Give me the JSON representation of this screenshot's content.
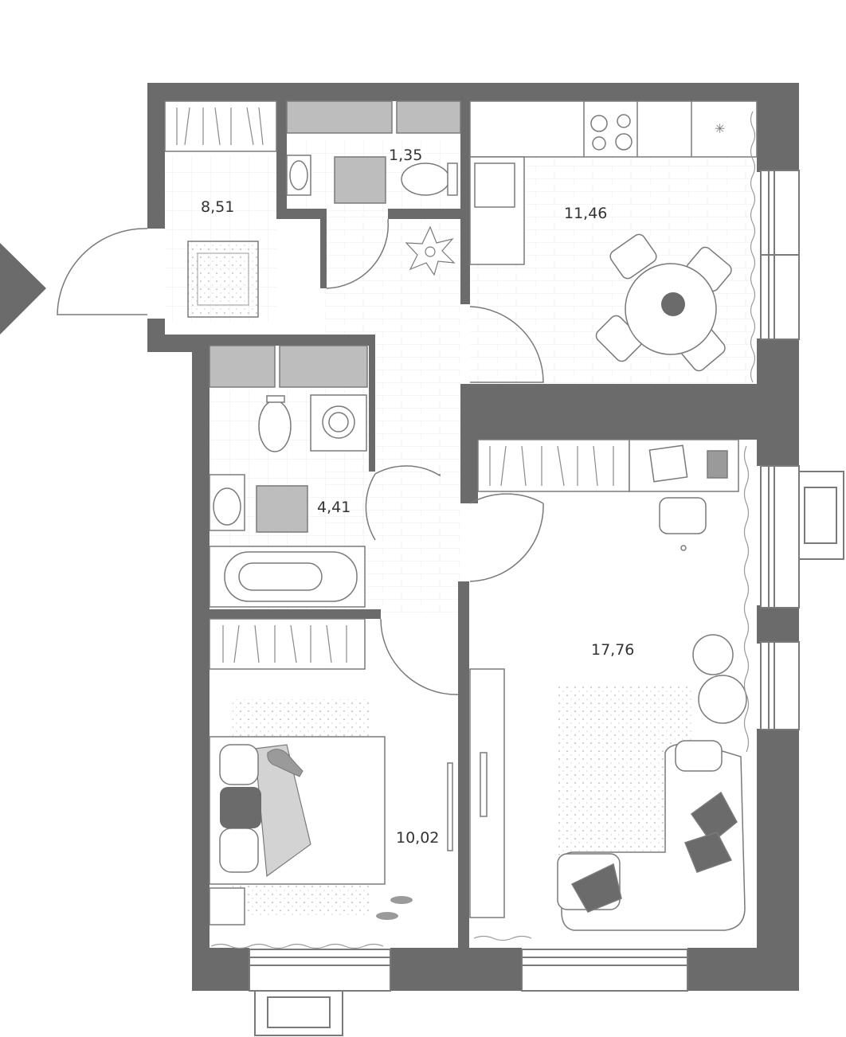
{
  "plan": {
    "colors": {
      "wall": "#6b6b6b",
      "furniture_fill": "#bdbdbd",
      "line": "#7a7a7a",
      "text": "#333333",
      "floor_line": "#e6e6e6"
    },
    "entrance_icon": "entrance-arrow-icon",
    "rooms": {
      "hall": {
        "area": "8,51"
      },
      "toilet": {
        "area": "1,35"
      },
      "kitchen": {
        "area": "11,46"
      },
      "bathroom": {
        "area": "4,41"
      },
      "bedroom": {
        "area": "10,02"
      },
      "living": {
        "area": "17,76"
      }
    }
  }
}
